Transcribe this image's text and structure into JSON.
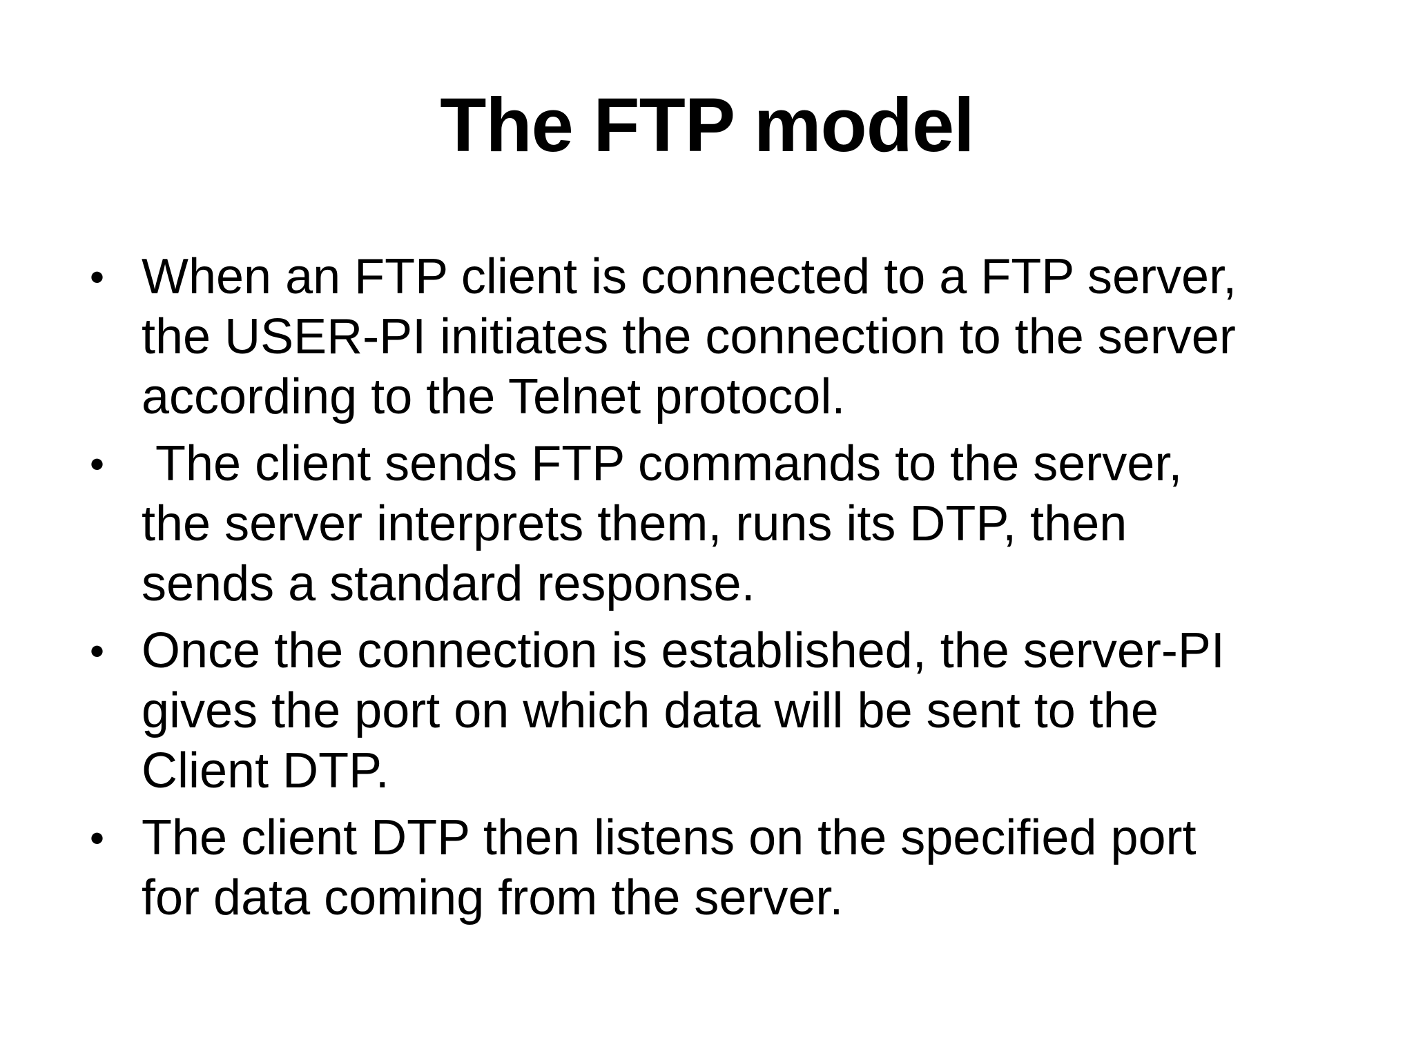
{
  "slide": {
    "title": "The FTP model",
    "bullet_glyph": "•",
    "bullets": [
      {
        "lines": [
          "When an FTP client is connected to a FTP server,",
          "the USER-PI initiates the connection to the server",
          "according to the Telnet protocol."
        ]
      },
      {
        "lines": [
          " The client sends FTP commands to the server,",
          "the server interprets them, runs its DTP, then",
          "sends a standard response."
        ]
      },
      {
        "lines": [
          "Once the connection is established, the server-PI",
          "gives the port on which data will be sent to the",
          "Client DTP."
        ]
      },
      {
        "lines": [
          "The client DTP then listens on the specified port",
          "for data coming from the server."
        ]
      }
    ],
    "colors": {
      "background": "#ffffff",
      "text": "#000000"
    }
  }
}
